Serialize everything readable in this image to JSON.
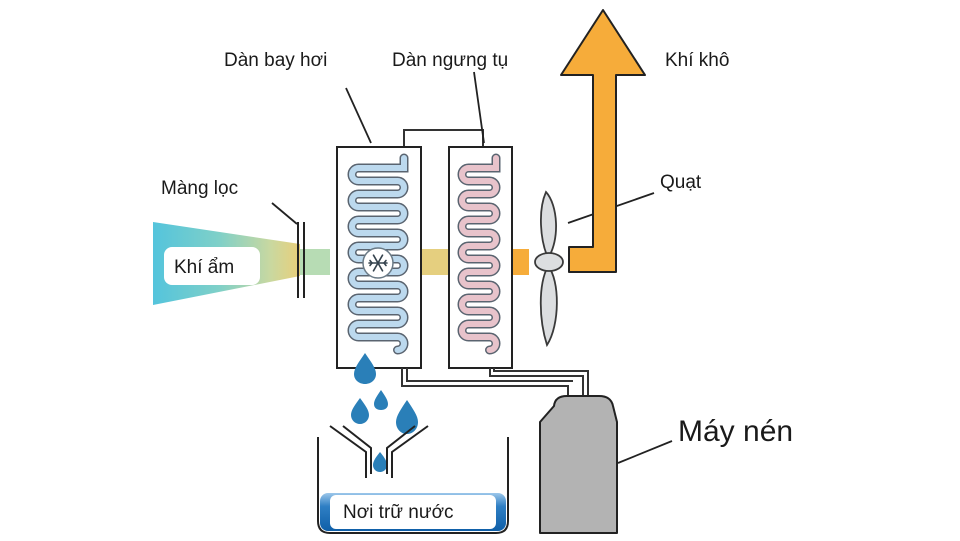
{
  "labels": {
    "evaporator": "Dàn bay hơi",
    "condenser": "Dàn ngưng tụ",
    "dry_air": "Khí khô",
    "filter": "Màng lọc",
    "fan": "Quạt",
    "humid_air": "Khí ẩm",
    "compressor": "Máy nén",
    "water_tank": "Nơi trữ nước"
  },
  "icons": {
    "cold": "snowflake-icon",
    "arrow": "up-arrow-icon",
    "drops": "water-drop-icon"
  },
  "colors": {
    "airflow_in": "#5cc8d8",
    "airflow_out": "#f6ac3a",
    "evaporator_coil": "#bcd9ee",
    "condenser_coil": "#e8c3cb",
    "water": "#1f6fb5",
    "compressor": "#b3b3b3",
    "fan": "#d9dbdd"
  }
}
